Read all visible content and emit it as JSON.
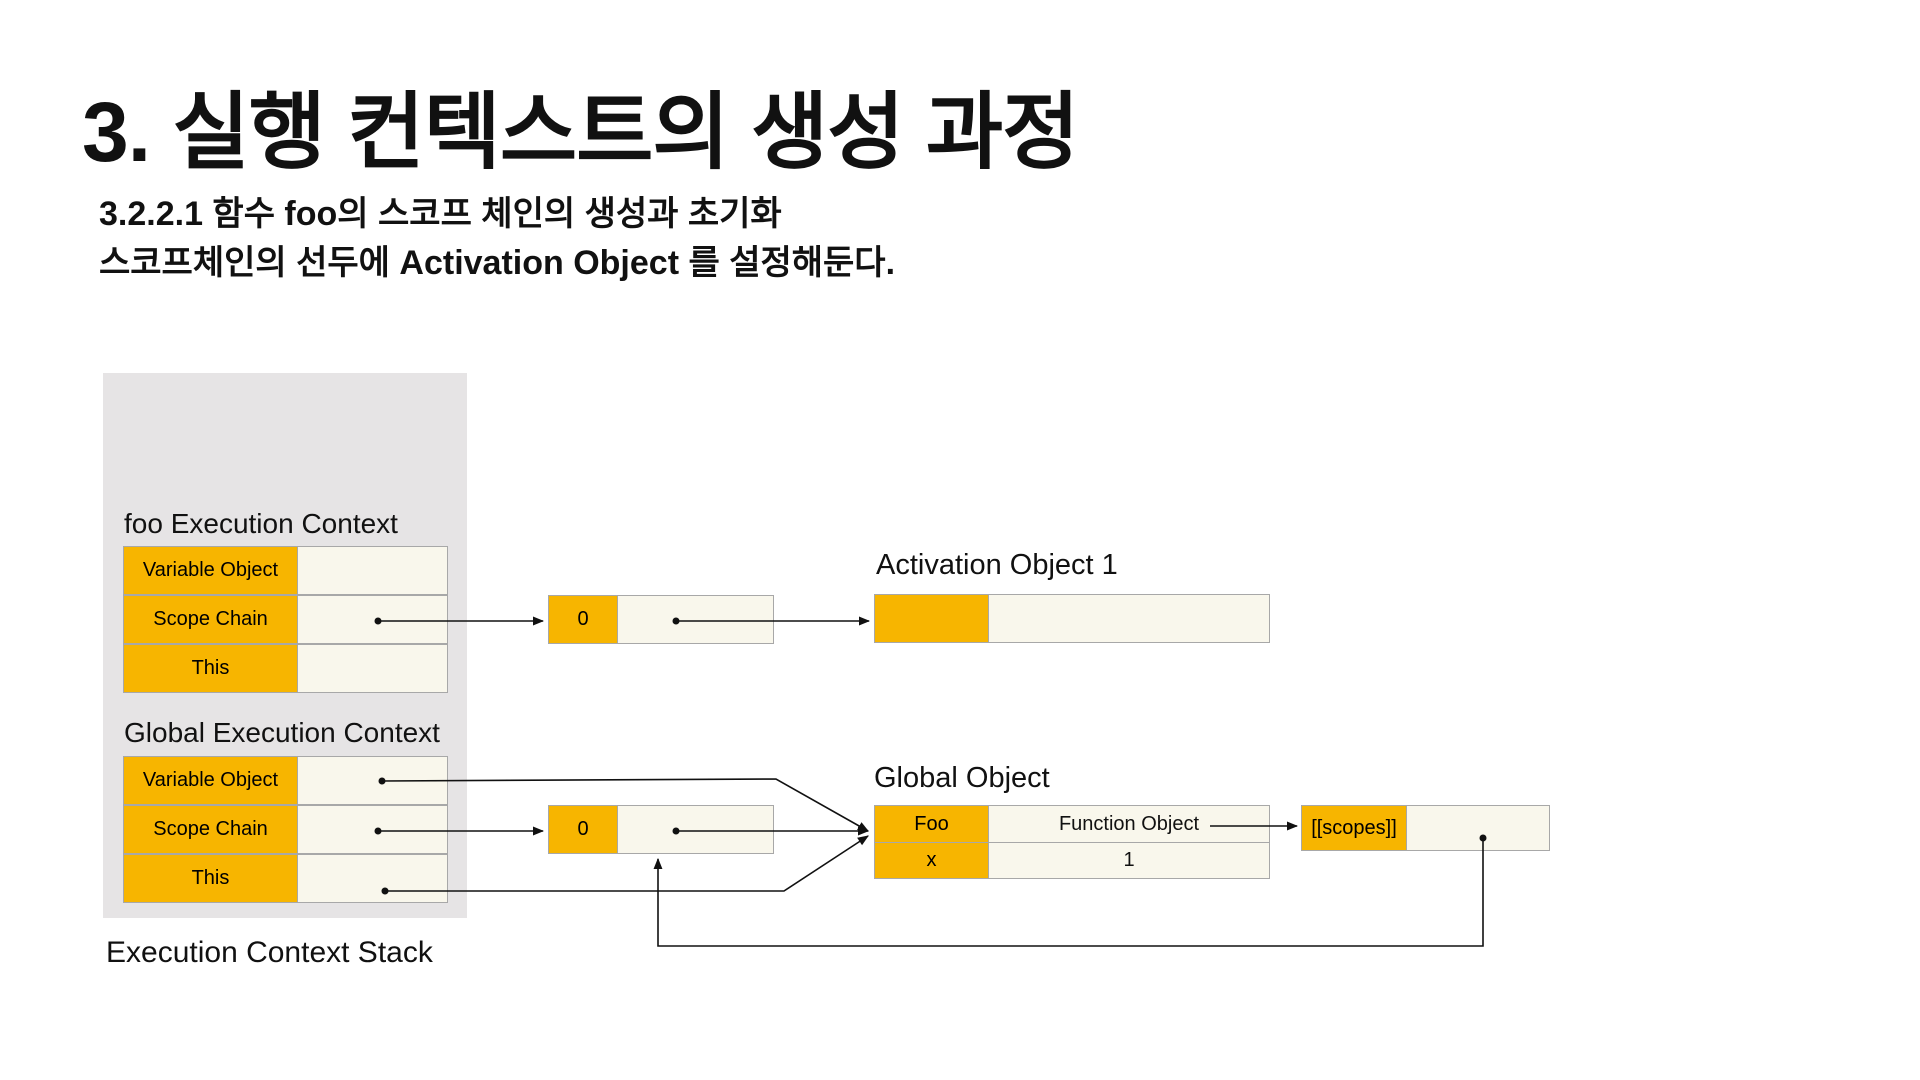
{
  "slide": {
    "title": "3. 실행 컨텍스트의 생성 과정",
    "subtitle_line1": "3.2.2.1 함수 foo의 스코프 체인의 생성과 초기화",
    "subtitle_line2": "스코프체인의 선두에 Activation Object 를 설정해둔다."
  },
  "stack": {
    "caption": "Execution Context Stack",
    "foo_context": {
      "label": "foo Execution Context",
      "rows": [
        "Variable Object",
        "Scope Chain",
        "This"
      ]
    },
    "global_context": {
      "label": "Global Execution Context",
      "rows": [
        "Variable Object",
        "Scope Chain",
        "This"
      ]
    }
  },
  "foo_scope_chain": {
    "index": "0"
  },
  "global_scope_chain": {
    "index": "0"
  },
  "activation_object": {
    "label": "Activation Object 1"
  },
  "global_object": {
    "label": "Global Object",
    "rows": [
      {
        "key": "Foo",
        "value": "Function Object"
      },
      {
        "key": "x",
        "value": "1"
      }
    ]
  },
  "scopes_box": {
    "label": "[[scopes]]"
  },
  "colors": {
    "key_fill": "#f7b500",
    "value_fill": "#f9f7ec",
    "stack_bg": "#e6e4e5"
  }
}
